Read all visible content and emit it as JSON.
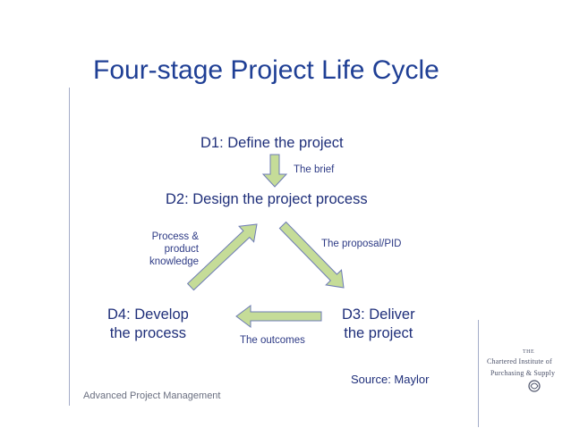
{
  "title": "Four-stage Project Life Cycle",
  "nodes": {
    "d1": "D1: Define the project",
    "d2": "D2: Design the project process",
    "d3_line1": "D3: Deliver",
    "d3_line2": "the project",
    "d4_line1": "D4: Develop",
    "d4_line2": "the process"
  },
  "edge_labels": {
    "brief": "The brief",
    "proposal": "The proposal/PID",
    "outcomes": "The outcomes",
    "process_line1": "Process &",
    "process_line2": "product",
    "process_line3": "knowledge"
  },
  "source": "Source: Maylor",
  "footer": "Advanced Project Management",
  "logo": {
    "line1": "THE",
    "line2": "Chartered Institute of",
    "line3": "Purchasing & Supply"
  },
  "colors": {
    "title": "#1f3f95",
    "node_text": "#1f2f7a",
    "arrow_fill": "#c5dc98",
    "arrow_stroke": "#6d7bb5",
    "divider": "#a4acc8"
  }
}
